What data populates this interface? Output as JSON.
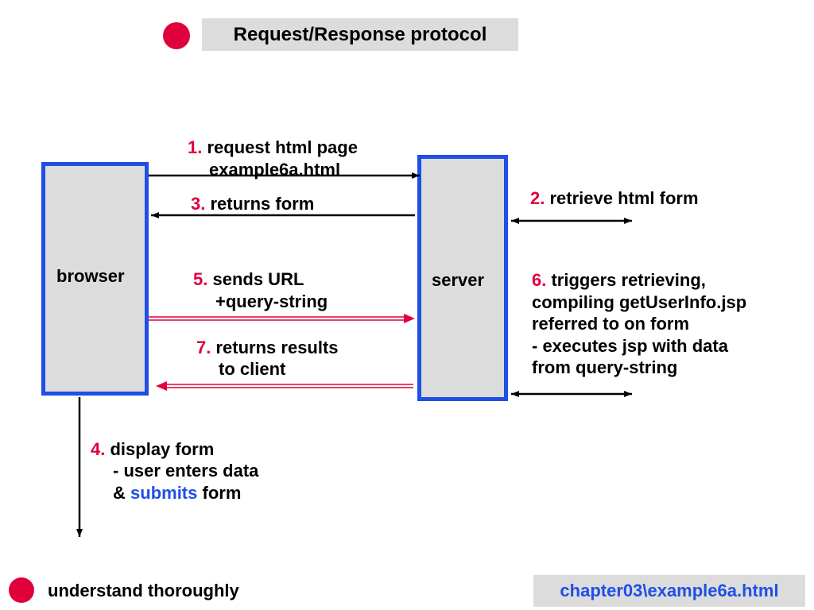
{
  "title": "Request/Response protocol",
  "colors": {
    "accent_red": "#e0003c",
    "node_border": "#1f4fe6",
    "node_fill": "#dcdcdc",
    "highlight_blue": "#1f4fe6"
  },
  "nodes": {
    "browser": "browser",
    "server": "server"
  },
  "steps": {
    "s1": {
      "num": "1.",
      "line1": "request html page",
      "line2": "example6a.html"
    },
    "s2": {
      "num": "2.",
      "line1": "retrieve html form"
    },
    "s3": {
      "num": "3.",
      "line1": "returns form"
    },
    "s4": {
      "num": "4.",
      "line1": "display form",
      "line2": "- user enters data",
      "line3_prefix": "&",
      "line3_highlight": "submits",
      "line3_suffix": "form"
    },
    "s5": {
      "num": "5.",
      "line1": "sends URL",
      "line2": "+query-string"
    },
    "s6": {
      "num": "6.",
      "line1": "triggers retrieving,",
      "line2": "compiling getUserInfo.jsp",
      "line3": "referred to on form",
      "line4": "- executes jsp with data",
      "line5": "from query-string"
    },
    "s7": {
      "num": "7.",
      "line1": "returns results",
      "line2": "to client"
    }
  },
  "footer": {
    "left": "understand thoroughly",
    "right": "chapter03\\example6a.html"
  }
}
